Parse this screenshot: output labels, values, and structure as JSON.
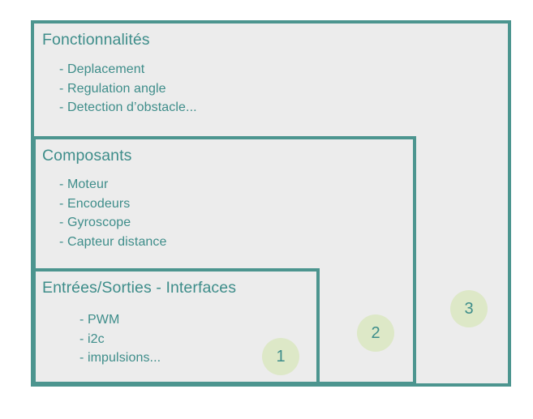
{
  "diagram": {
    "type": "nested-scope-diagram",
    "background_color": "#ffffff",
    "box_fill_color": "#ececec",
    "border_color": "#4c958f",
    "text_color": "#3e8d8a",
    "badge_fill_color": "#dde8c7",
    "boxes": [
      {
        "id": "box-outer",
        "level": 3,
        "badge": "3",
        "title": "Fonctionnalités",
        "items": [
          "- Deplacement",
          "- Regulation angle",
          "- Detection d’obstacle..."
        ]
      },
      {
        "id": "box-middle",
        "level": 2,
        "badge": "2",
        "title": "Composants",
        "items": [
          "- Moteur",
          "- Encodeurs",
          "- Gyroscope",
          "- Capteur distance"
        ]
      },
      {
        "id": "box-inner",
        "level": 1,
        "badge": "1",
        "title": "Entrées/Sorties - Interfaces",
        "items": [
          "- PWM",
          "- i2c",
          "- impulsions..."
        ]
      }
    ]
  }
}
